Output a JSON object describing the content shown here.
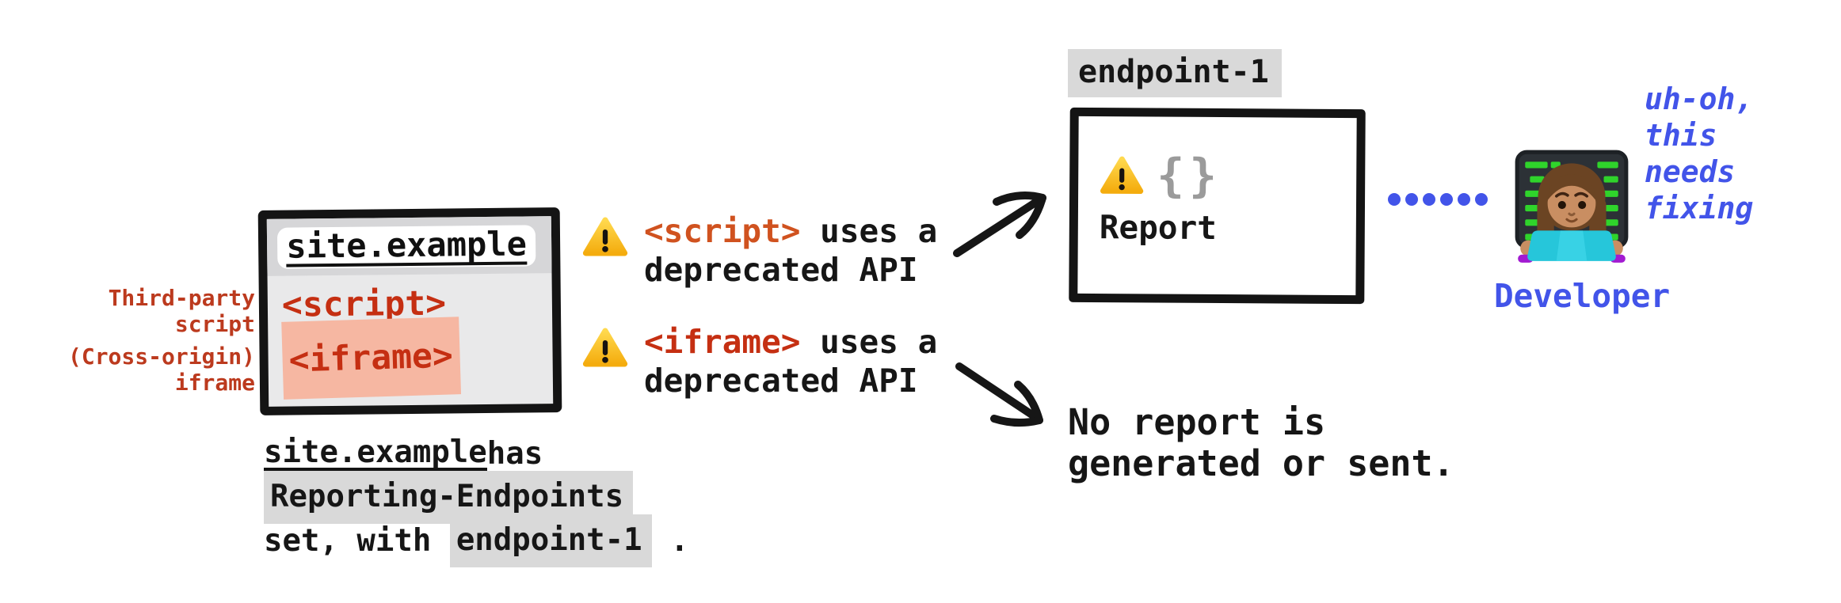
{
  "colors": {
    "tag_red": "#c52f12",
    "script_orange": "#d0521f",
    "label_red": "#bc3a1e",
    "salmon_highlight": "#f6b7a2",
    "code_highlight_bg": "#d9d9d9",
    "blue_accent": "#4254e9",
    "brace_gray": "#9b9b9b",
    "window_border": "#141414"
  },
  "site_window": {
    "address": "site.example",
    "script_tag": "<script>",
    "iframe_tag": "<iframe>"
  },
  "side_labels": {
    "third_party_line1": "Third-party",
    "third_party_line2": "script",
    "cross_origin_line1": "(Cross-origin)",
    "cross_origin_line2": "iframe"
  },
  "caption": {
    "site": "site.example",
    "has": " has",
    "reporting_header": "Reporting-Endpoints",
    "set_with": "set, with",
    "endpoint": "endpoint-1",
    "period": "."
  },
  "warnings": {
    "script": {
      "tag": "<script>",
      "rest": " uses a",
      "line2": "deprecated API"
    },
    "iframe": {
      "tag": "<iframe>",
      "rest": " uses a",
      "line2": "deprecated API"
    }
  },
  "endpoint": {
    "label": "endpoint-1",
    "braces": "{}",
    "report": "Report"
  },
  "no_report": {
    "line1": "No report is",
    "line2": "generated or sent."
  },
  "developer": {
    "thought_lines": [
      "uh-oh,",
      "this",
      "needs",
      "fixing"
    ],
    "label": "Developer"
  },
  "icons": {
    "warning": "warning-triangle",
    "developer": "woman-technologist",
    "connector": "blue-dotted-line"
  }
}
